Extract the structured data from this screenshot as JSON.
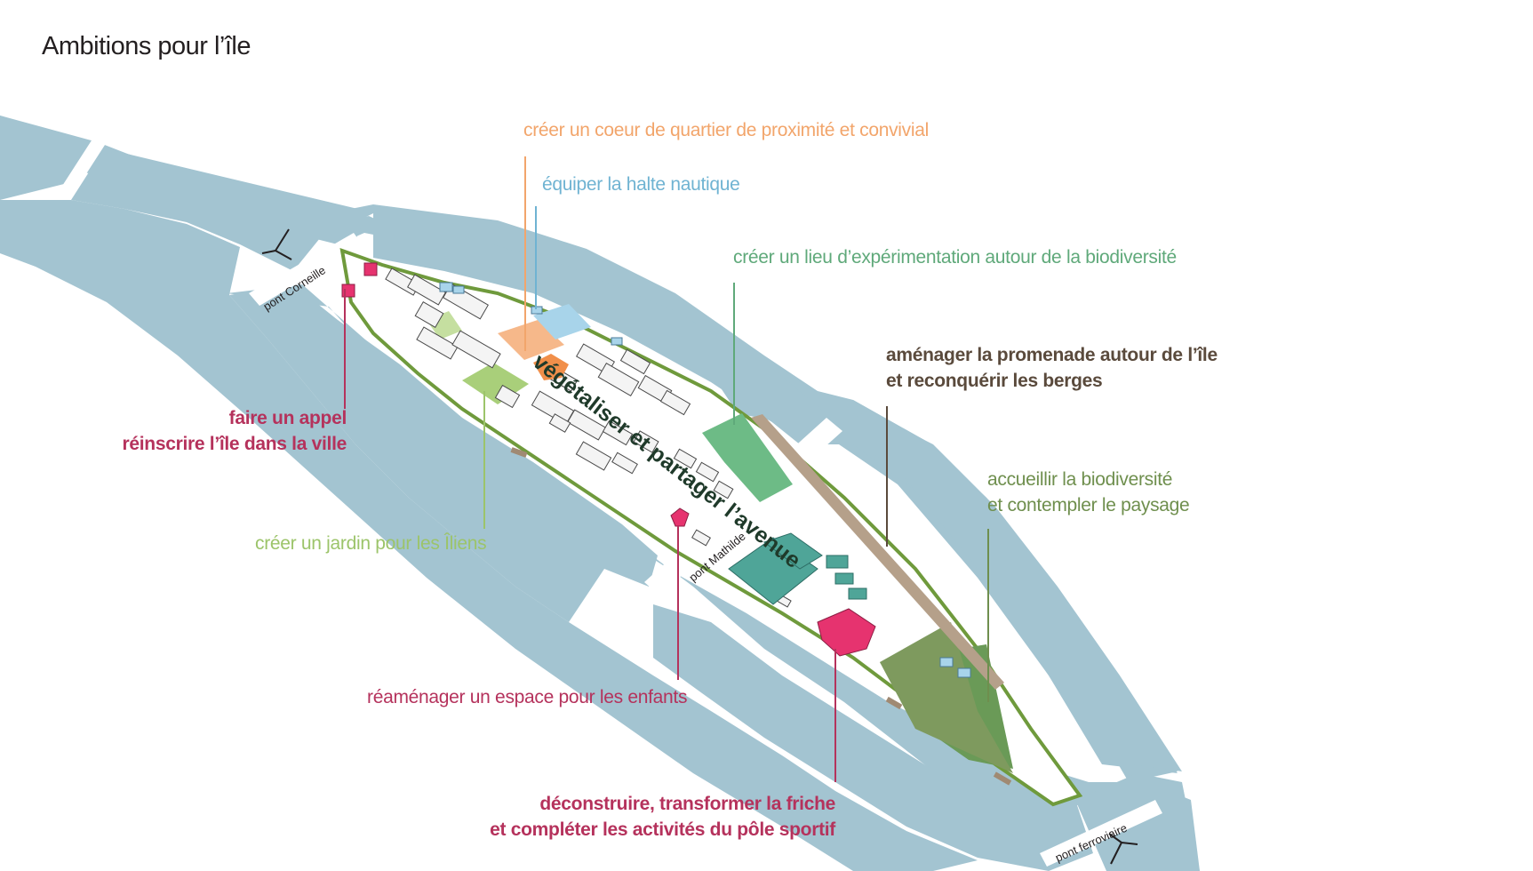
{
  "title": "Ambitions pour l’île",
  "colors": {
    "water": "#a3c4d1",
    "island_outline": "#7aa14a",
    "orange": "#f2a56b",
    "blue": "#6fb3d2",
    "green_mid": "#5fa97a",
    "brown": "#5a4a3c",
    "green_olive": "#6f8f4e",
    "green_light": "#9cc46a",
    "crimson": "#b5325c",
    "teal_building": "#4fa598",
    "pink_building": "#e6336f",
    "promenade": "#b0997e"
  },
  "labels": {
    "coeur": "créer un coeur de quartier de proximité et convivial",
    "halte": "équiper la halte nautique",
    "lieu_bio": "créer un lieu d’expérimentation autour de la biodiversité",
    "promenade_1": "aménager la promenade autour de l’île",
    "promenade_2": "et reconquérir les berges",
    "appel_1": "faire un appel",
    "appel_2": "réinscrire l’île dans la ville",
    "accueillir_1": "accueillir la biodiversité",
    "accueillir_2": "et contempler le paysage",
    "jardin": "créer un jardin pour les Îliens",
    "enfants": "réaménager un espace pour les enfants",
    "friche_1": "déconstruire, transformer la friche",
    "friche_2": "et compléter les activités du pôle sportif",
    "avenue": "végétaliser et partager l’avenue"
  },
  "bridges": {
    "corneille": "pont Corneille",
    "mathilde": "pont Mathilde",
    "ferroviaire": "pont ferroviaire"
  }
}
